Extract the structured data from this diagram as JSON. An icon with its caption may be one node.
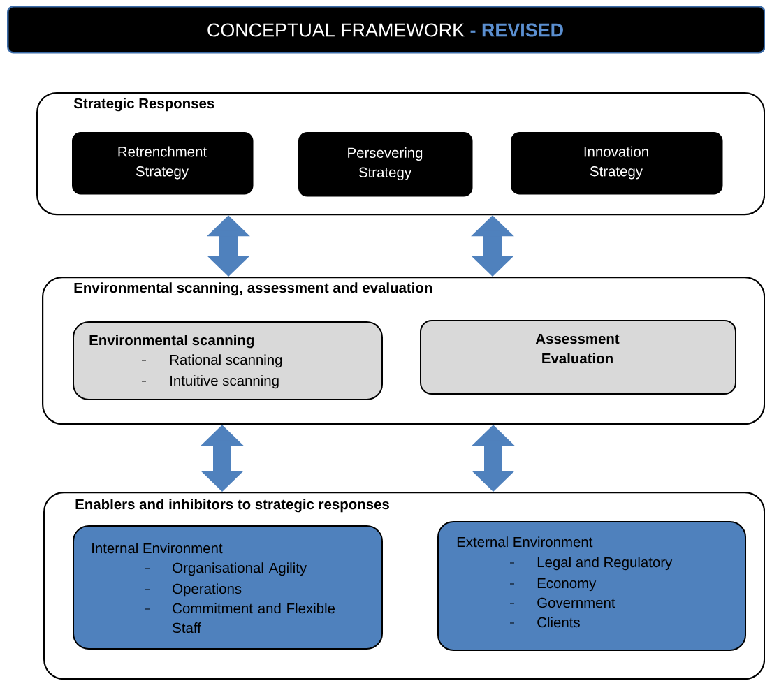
{
  "diagram": {
    "nodes": [
      {
        "text": [
          "CONCEPTUAL FRAMEWORK",
          "- REVISED"
        ]
      },
      {
        "text": [
          "Strategic Responses"
        ]
      },
      {
        "text": [
          "Retrenchment Strategy"
        ],
        "in": 1
      },
      {
        "text": [
          "Persevering Strategy"
        ],
        "in": 1
      },
      {
        "text": [
          "Innovation Strategy"
        ],
        "in": 1
      },
      {
        "text": [
          "Environmental scanning, assessment and evaluation"
        ]
      },
      {
        "text": [
          "Environmental scanning",
          "Rational scanning",
          "Intuitive scanning"
        ],
        "in": 5
      },
      {
        "text": [
          "Assessment",
          "Evaluation"
        ],
        "in": 5
      },
      {
        "text": [
          "Enablers and inhibitors to strategic responses"
        ]
      },
      {
        "text": [
          "Internal Environment",
          "Organisational Agility",
          "Operations",
          "Commitment and Flexible Staff"
        ],
        "in": 8
      },
      {
        "text": [
          "External Environment",
          "Legal and Regulatory",
          "Economy",
          "Government",
          "Clients"
        ],
        "in": 8
      }
    ],
    "edges": [
      {
        "from": 1,
        "to": 5,
        "arrow": "both"
      },
      {
        "from": 1,
        "to": 5,
        "arrow": "both"
      },
      {
        "from": 5,
        "to": 8,
        "arrow": "both"
      },
      {
        "from": 5,
        "to": 8,
        "arrow": "both"
      }
    ]
  }
}
